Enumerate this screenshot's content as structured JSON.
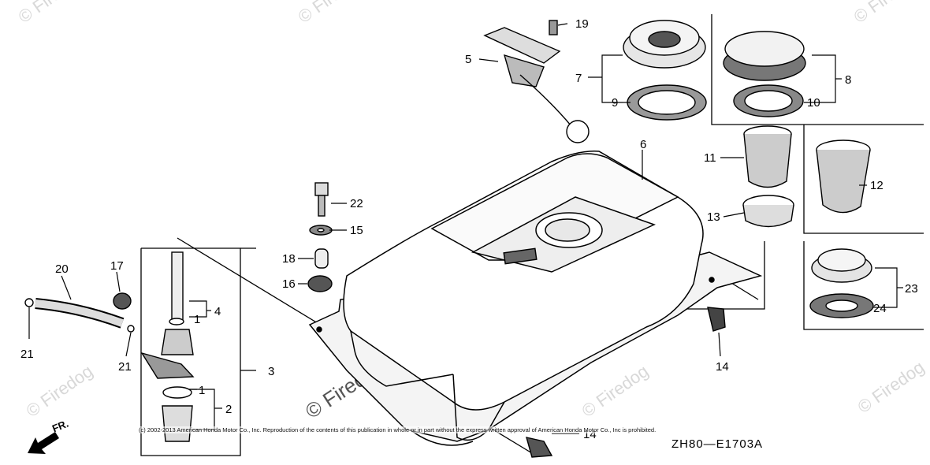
{
  "watermark": {
    "center": "© Firedog.com",
    "corner": "© Firedog"
  },
  "footer": {
    "copyright": "(c) 2002-2013 American Honda Motor Co., Inc. Reproduction of the contents of this publication in whole or in part without the express written approval of American Honda Motor Co., Inc is prohibited.",
    "diagram_code": "ZH80—E1703A",
    "front_marker": "FR."
  },
  "callouts": {
    "p1a": "1",
    "p1b": "1",
    "p2": "2",
    "p3": "3",
    "p4": "4",
    "p5": "5",
    "p6": "6",
    "p7": "7",
    "p8": "8",
    "p9": "9",
    "p10": "10",
    "p11": "11",
    "p12": "12",
    "p13": "13",
    "p14a": "14",
    "p14b": "14",
    "p15": "15",
    "p16": "16",
    "p17": "17",
    "p18": "18",
    "p19": "19",
    "p20": "20",
    "p21a": "21",
    "p21b": "21",
    "p22": "22",
    "p23": "23",
    "p24": "24"
  }
}
